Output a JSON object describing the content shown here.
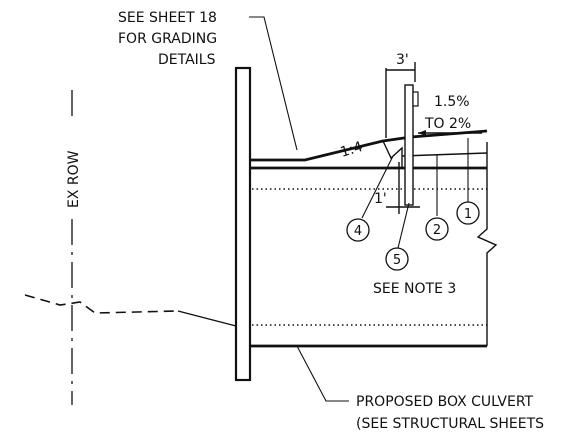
{
  "notes": {
    "grading_line1": "SEE SHEET 18",
    "grading_line2": "FOR GRADING",
    "grading_line3": "DETAILS",
    "ex_row": "EX ROW",
    "see_note": "SEE NOTE 3",
    "culvert_line1": "PROPOSED BOX CULVERT",
    "culvert_line2": "(SEE STRUCTURAL SHEETS"
  },
  "dimensions": {
    "width_3ft": "3'",
    "width_1ft": "1'",
    "slope_ratio": "1:4",
    "cross_slope_line1": "1.5%",
    "cross_slope_line2": "TO 2%"
  },
  "callouts": [
    "1",
    "2",
    "4",
    "5"
  ]
}
